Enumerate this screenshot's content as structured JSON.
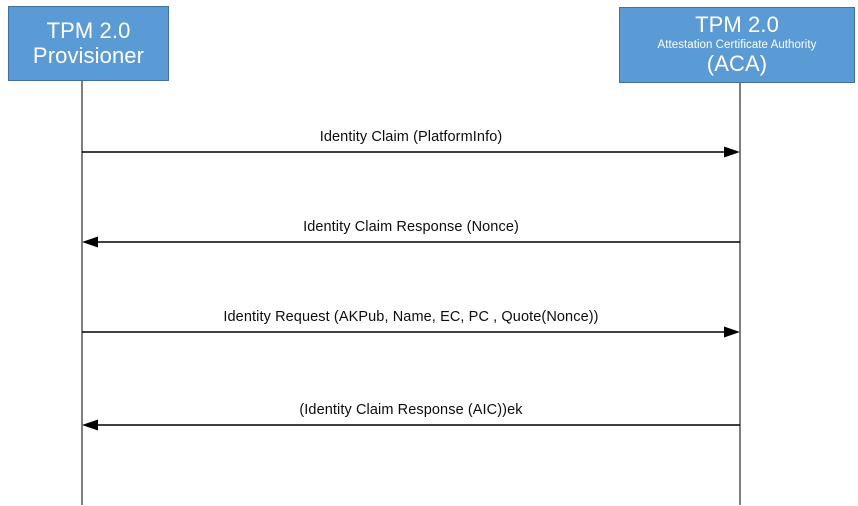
{
  "diagram": {
    "type": "sequence-diagram",
    "background_color": "#FFFFFF",
    "actor_fill_color": "#5B9BD5",
    "actor_border_color": "#41719C",
    "actor_text_color": "#FFFFFF",
    "lifeline_color": "#7F7F7F",
    "arrow_color": "#000000"
  },
  "actors": [
    {
      "id": "provisioner",
      "title": "TPM 2.0",
      "subtitle": "",
      "name": "Provisioner"
    },
    {
      "id": "aca",
      "title": "TPM 2.0",
      "subtitle": "Attestation Certificate Authority",
      "name": "(ACA)"
    }
  ],
  "messages": [
    {
      "index": 1,
      "label": "Identity Claim (PlatformInfo)",
      "from": "provisioner",
      "to": "aca",
      "direction": "right"
    },
    {
      "index": 2,
      "label": "Identity Claim Response (Nonce)",
      "from": "aca",
      "to": "provisioner",
      "direction": "left"
    },
    {
      "index": 3,
      "label": "Identity Request (AKPub, Name, EC, PC , Quote(Nonce))",
      "from": "provisioner",
      "to": "aca",
      "direction": "right"
    },
    {
      "index": 4,
      "label": "(Identity Claim Response (AIC))ek",
      "from": "aca",
      "to": "provisioner",
      "direction": "left"
    }
  ]
}
